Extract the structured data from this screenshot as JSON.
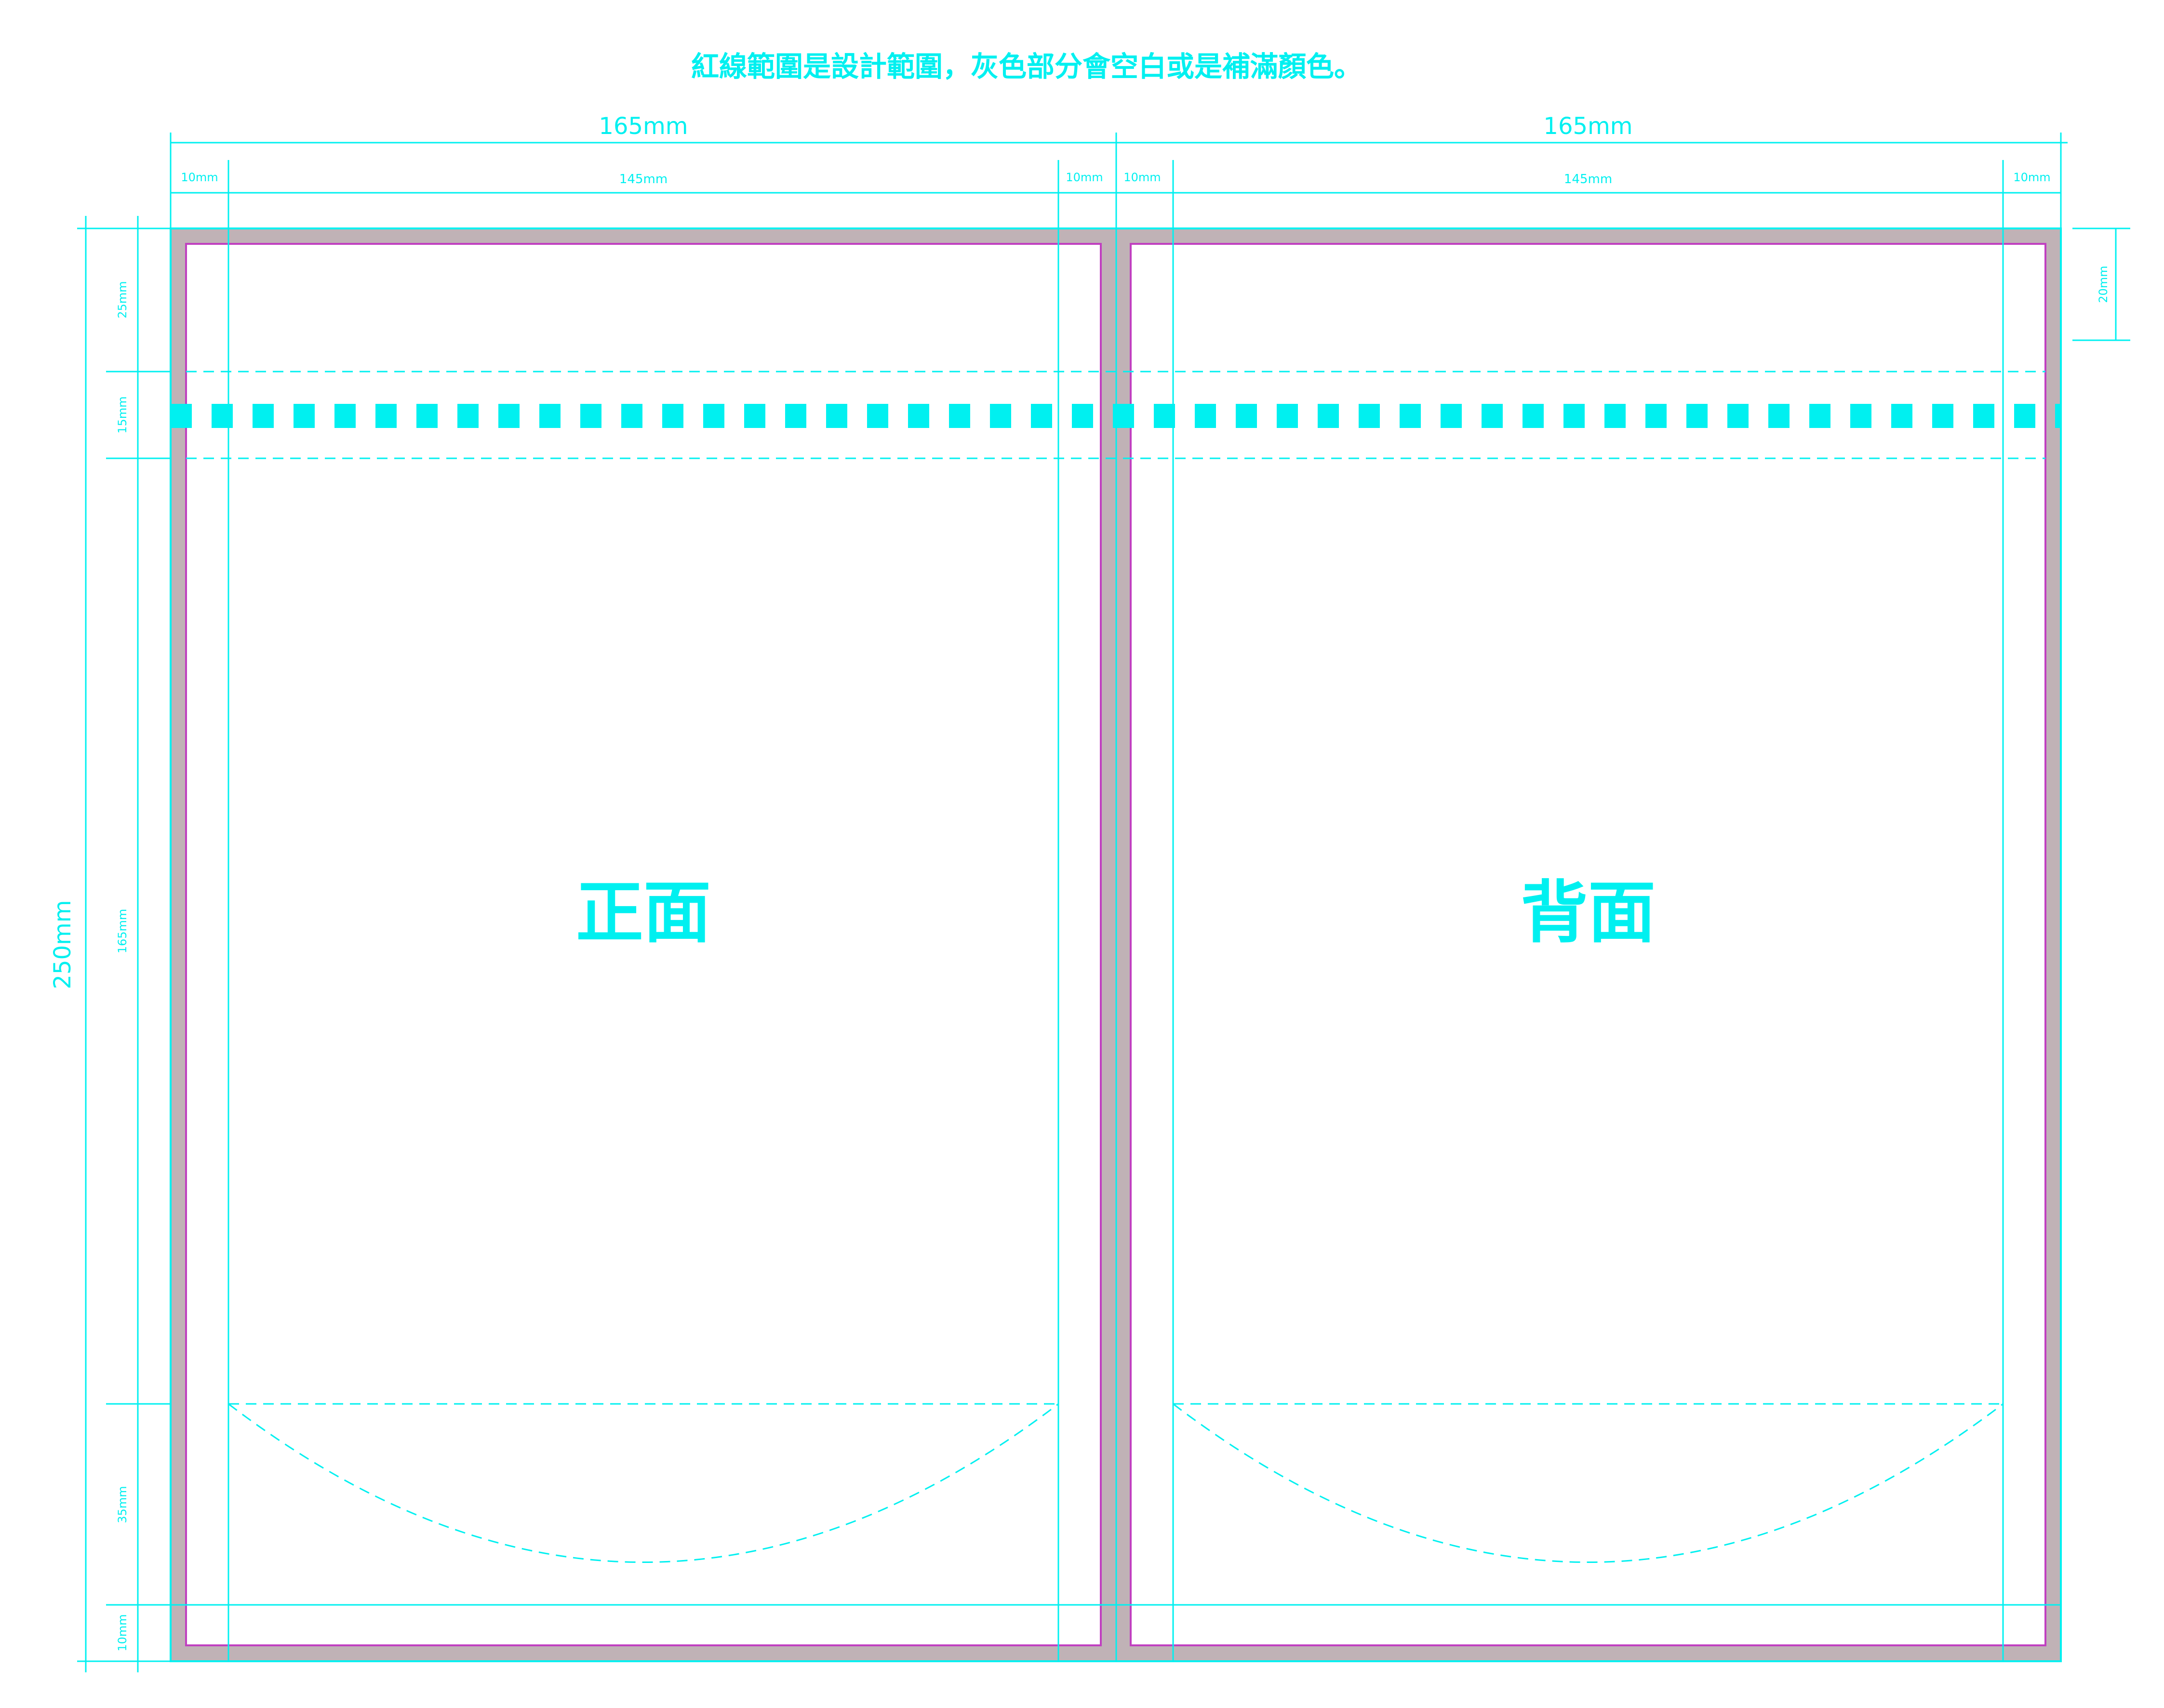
{
  "notice": "紅線範圍是設計範圍，灰色部分會空白或是補滿顏色。",
  "panels": {
    "front_label": "正面",
    "back_label": "背面"
  },
  "dimensions": {
    "panel_width_left": "165mm",
    "panel_width_right": "165mm",
    "left_margin_l": "10mm",
    "left_inner": "145mm",
    "left_margin_r": "10mm",
    "right_margin_l": "10mm",
    "right_inner": "145mm",
    "right_margin_r": "10mm",
    "total_height": "250mm",
    "seg_top": "25mm",
    "seg_tear": "15mm",
    "seg_body": "165mm",
    "seg_gusset": "35mm",
    "seg_bottom": "10mm",
    "right_side_top": "20mm"
  },
  "colors": {
    "guide": "#00f0f0",
    "bleed": "#c0b2b6",
    "design_line": "#c040c0",
    "panel_fill": "#ffffff",
    "background": "#ffffff"
  }
}
